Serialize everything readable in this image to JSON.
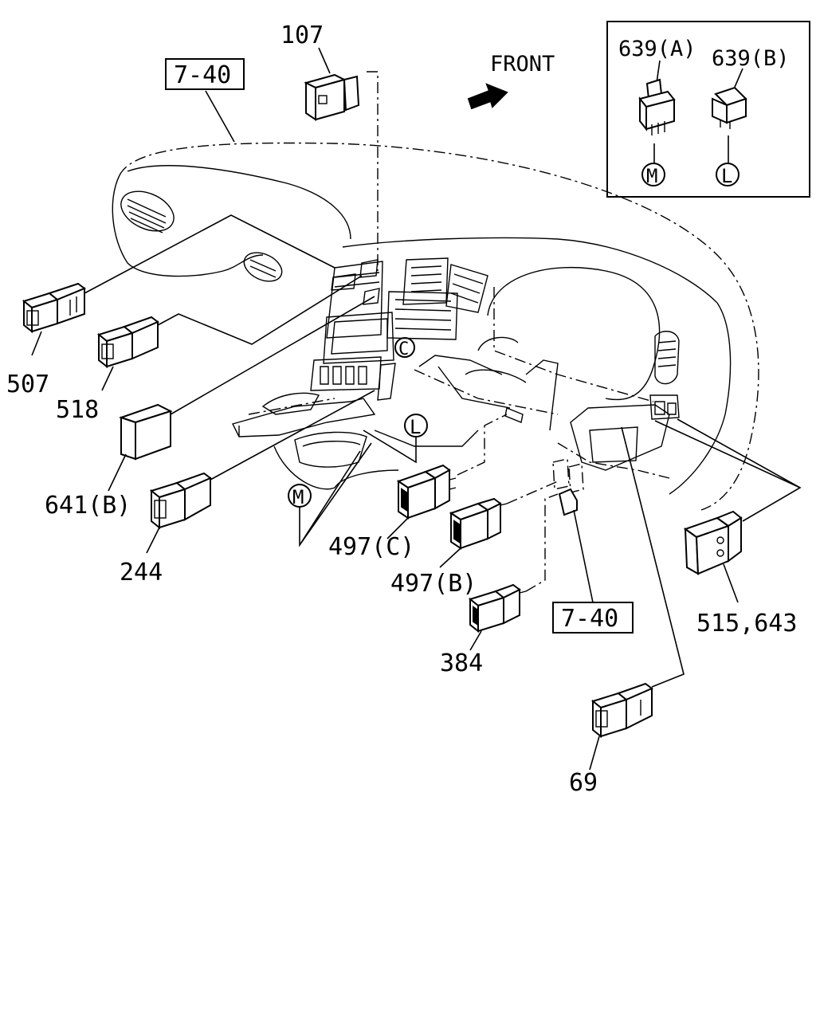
{
  "labels": {
    "ref_7_40_top": "7-40",
    "ref_7_40_bottom": "7-40",
    "front": "FRONT",
    "p107": "107",
    "p507": "507",
    "p518": "518",
    "p641b": "641(B)",
    "p244": "244",
    "p497c": "497(C)",
    "p497b": "497(B)",
    "p384": "384",
    "p515_643": "515,643",
    "p69": "69",
    "p639a": "639(A)",
    "p639b": "639(B)"
  },
  "callouts": {
    "M": "M",
    "L": "L",
    "C": "C"
  }
}
